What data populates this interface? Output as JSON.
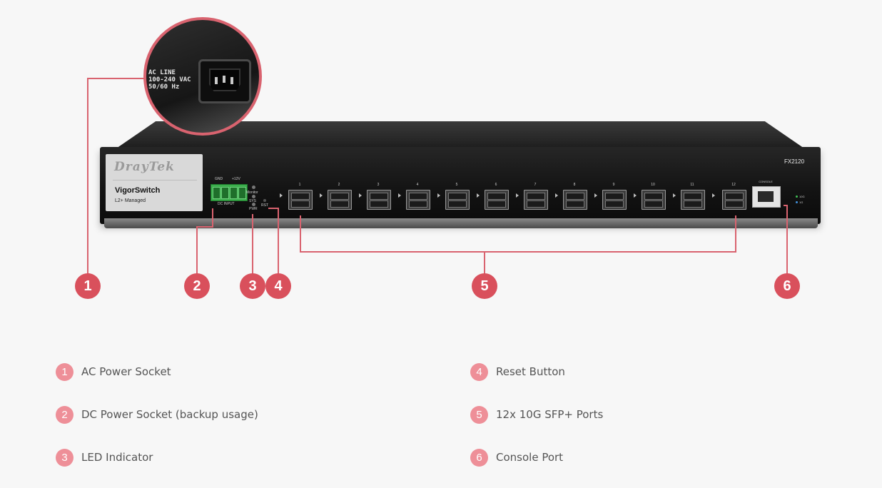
{
  "device": {
    "brand": "DrayTek",
    "product_name": "VigorSwitch",
    "product_sub": "L2+ Managed",
    "model": "FX2120",
    "dc_gnd": "GND",
    "dc_plus": "+12V",
    "dc_input": "DC INPUT",
    "led_monitor": "Monitor",
    "led_sys": "SYS",
    "led_pwr": "PWR",
    "rst": "RST",
    "console": "CONSOLE",
    "led_10g": "10G",
    "led_1g": "1G",
    "ports": [
      "1",
      "2",
      "3",
      "4",
      "5",
      "6",
      "7",
      "8",
      "9",
      "10",
      "11",
      "12"
    ]
  },
  "zoom": {
    "line1": "AC LINE",
    "line2": "100-240 VAC",
    "line3": "50/60 Hz"
  },
  "callouts": [
    "1",
    "2",
    "3",
    "4",
    "5",
    "6"
  ],
  "legend": {
    "items": [
      {
        "num": "1",
        "label": "AC Power Socket"
      },
      {
        "num": "2",
        "label": "DC Power Socket (backup usage)"
      },
      {
        "num": "3",
        "label": "LED Indicator"
      },
      {
        "num": "4",
        "label": "Reset Button"
      },
      {
        "num": "5",
        "label": "12x 10G SFP+ Ports"
      },
      {
        "num": "6",
        "label": "Console Port"
      }
    ]
  },
  "colors": {
    "accent": "#d9505c",
    "legend_badge": "#ee8f98",
    "background": "#f7f7f7"
  }
}
